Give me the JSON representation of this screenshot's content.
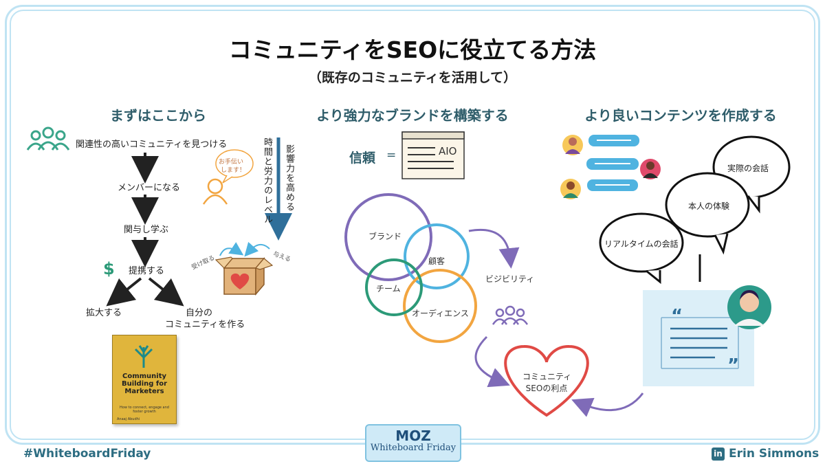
{
  "title": "コミュニティをSEOに役立てる方法",
  "subtitle": "（既存のコミュニティを活用して）",
  "columns": {
    "left": {
      "heading": "まずはここから",
      "steps": [
        "関連性の高いコミュニティを見つける",
        "メンバーになる",
        "関与し学ぶ",
        "提携する"
      ],
      "branch_left": "拡大する",
      "branch_right_line1": "自分の",
      "branch_right_line2": "コミュニティを作る",
      "speech_line1": "お手伝い",
      "speech_line2": "します！",
      "vertical_1": "時間と労力のレベル",
      "vertical_2": "影響力を高める",
      "receive": "受け取る",
      "give": "与える",
      "dollar": "$",
      "book": {
        "title": "Community Building for Marketers",
        "subtitle": "How to connect, engage and foster growth",
        "author": "Anaaj Abudhi"
      }
    },
    "middle": {
      "heading": "より強力なブランドを構築する",
      "trust": "信頼",
      "equals": "=",
      "window_label": "AIO",
      "circles": [
        "ブランド",
        "顧客",
        "チーム",
        "オーディエンス"
      ],
      "visibility": "ビジビリティ",
      "heart_line1": "コミュニティ",
      "heart_line2": "SEOの利点"
    },
    "right": {
      "heading": "より良いコンテンツを作成する",
      "bubbles": [
        "実際の会話",
        "本人の体験",
        "リアルタイムの会話"
      ],
      "quote_open": "“",
      "quote_close": "”"
    }
  },
  "footer": {
    "hashtag": "#WhiteboardFriday",
    "brand_logo": "MOZ",
    "brand_sub": "Whiteboard Friday",
    "author": "Erin Simmons",
    "linkedin_icon_text": "in"
  },
  "colors": {
    "teal": "#3aa58a",
    "navy": "#2f5d6a",
    "purple": "#7f6bb8",
    "blue": "#4fb3e0",
    "green": "#2c9a78",
    "orange": "#f2a540",
    "red": "#e04a45",
    "frame": "#bfe3f3"
  }
}
